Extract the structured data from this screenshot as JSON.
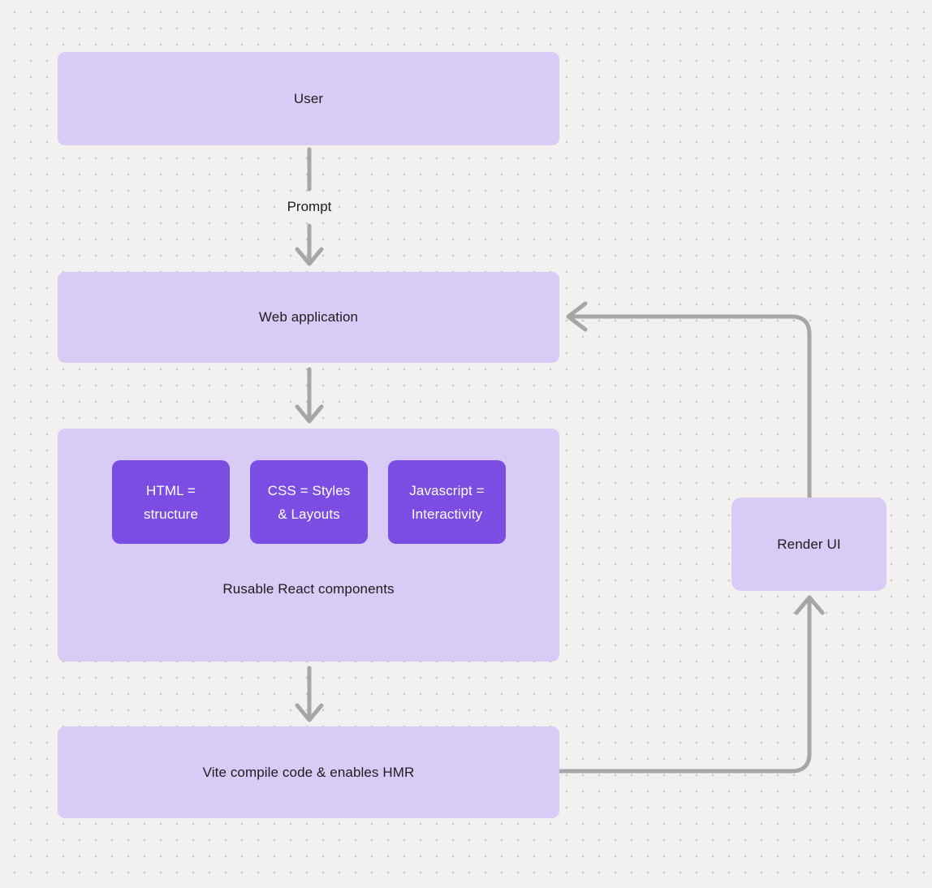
{
  "canvas": {
    "background": "#f2f1f0",
    "dot_color": "#c6c5c4"
  },
  "colors": {
    "node_fill": "#d8ccf6",
    "chip_fill": "#7c4de2",
    "node_text": "#1d1d1f",
    "chip_text": "#ffffff",
    "arrow": "#a7a6a6"
  },
  "nodes": {
    "user": {
      "label": "User"
    },
    "web_application": {
      "label": "Web application"
    },
    "components": {
      "caption": "Rusable React components",
      "chips": [
        {
          "lines": [
            "HTML =",
            "structure"
          ]
        },
        {
          "lines": [
            "CSS = Styles",
            "& Layouts"
          ]
        },
        {
          "lines": [
            "Javascript =",
            "Interactivity"
          ]
        }
      ]
    },
    "vite": {
      "label": "Vite compile code & enables HMR"
    },
    "render_ui": {
      "label": "Render UI"
    }
  },
  "edges": {
    "prompt_label": "Prompt"
  }
}
